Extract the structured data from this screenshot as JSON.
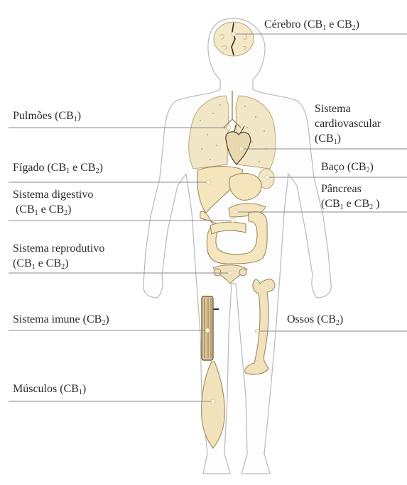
{
  "labels": {
    "cerebro": {
      "name": "Cérebro",
      "receptors": [
        [
          "CB",
          "1"
        ],
        [
          " e ",
          null
        ],
        [
          "CB",
          "2"
        ]
      ]
    },
    "pulmoes": {
      "name": "Pulmões",
      "receptors": [
        [
          "CB",
          "1"
        ]
      ]
    },
    "cardio": {
      "line1": "Sistema",
      "line2": "cardiovascular",
      "receptors": [
        [
          "CB",
          "1"
        ]
      ]
    },
    "figado": {
      "name": "Fígado",
      "receptors": [
        [
          "CB",
          "1"
        ],
        [
          " e ",
          null
        ],
        [
          "CB",
          "2"
        ]
      ]
    },
    "baco": {
      "name": "Baço",
      "receptors": [
        [
          "CB",
          "2"
        ]
      ]
    },
    "digestivo": {
      "line1": "Sistema digestivo",
      "receptors": [
        [
          "CB",
          "1"
        ],
        [
          " e ",
          null
        ],
        [
          "CB",
          "2"
        ]
      ]
    },
    "pancreas": {
      "line1": "Pâncreas",
      "receptors": [
        [
          "CB",
          "1"
        ],
        [
          " e ",
          null
        ],
        [
          "CB",
          "2"
        ],
        [
          " ",
          null
        ]
      ]
    },
    "reprodutivo": {
      "line1": "Sistema reprodutivo",
      "receptors": [
        [
          "CB",
          "1"
        ],
        [
          " e ",
          null
        ],
        [
          "CB",
          "2"
        ]
      ]
    },
    "imune": {
      "name": "Sistema imune",
      "receptors": [
        [
          "CB",
          "2"
        ]
      ]
    },
    "ossos": {
      "name": "Ossos",
      "receptors": [
        [
          "CB",
          "2"
        ]
      ]
    },
    "musculos": {
      "name": "Músculos",
      "receptors": [
        [
          "CB",
          "1"
        ]
      ]
    }
  }
}
